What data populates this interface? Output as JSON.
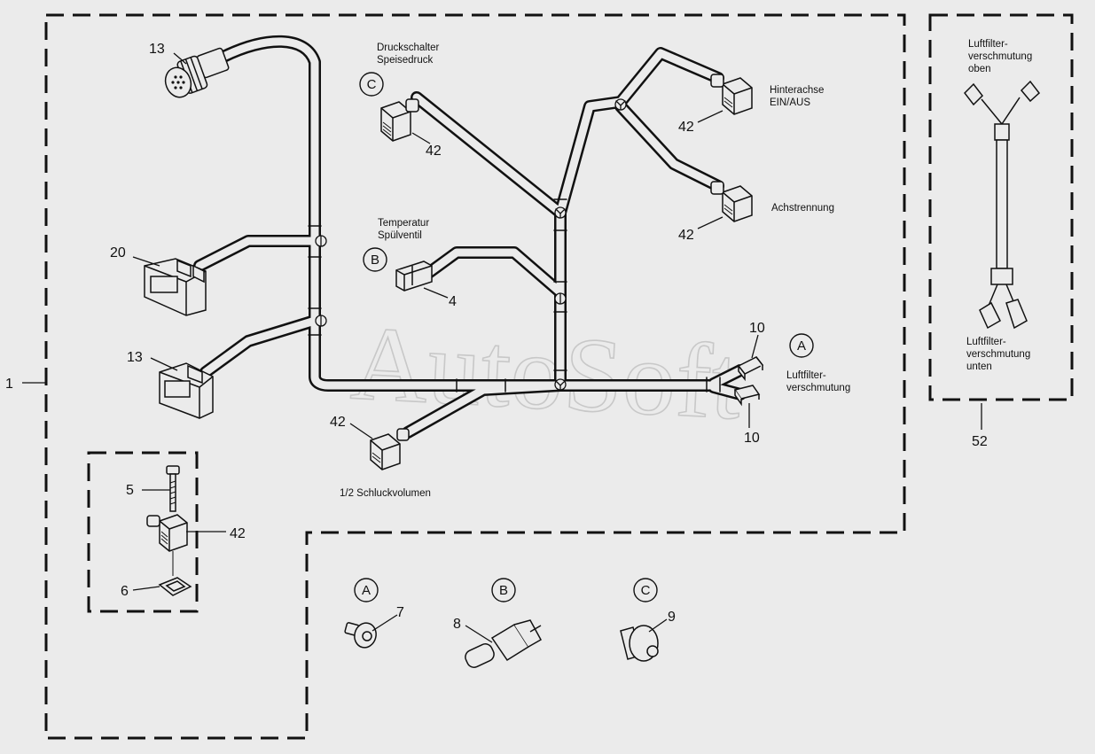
{
  "colors": {
    "background": "#ebebeb",
    "line": "#111111",
    "harness_fill": "#ebebeb",
    "watermark": "#c8c8c8"
  },
  "watermark": "AutoSoft",
  "callouts": {
    "main_assembly": "1",
    "connector_13_top": "13",
    "connector_20": "20",
    "connector_13_mid": "13",
    "plug_4": "4",
    "plug_42_druck": "42",
    "plug_42_hinter": "42",
    "plug_42_achs": "42",
    "plug_42_schluck": "42",
    "plug_10_top": "10",
    "plug_10_bottom": "10",
    "bolt_5": "5",
    "plug_42_detail": "42",
    "gasket_6": "6",
    "sensor_7": "7",
    "sensor_8": "8",
    "switch_9": "9",
    "harness_52": "52"
  },
  "circle_labels": {
    "c_top": "C",
    "b_top": "B",
    "a_top": "A",
    "a_bottom": "A",
    "b_bottom": "B",
    "c_bottom": "C"
  },
  "annotations": {
    "druckschalter": [
      "Druckschalter",
      "Speisedruck"
    ],
    "temperatur": [
      "Temperatur",
      "Spülventil"
    ],
    "hinterachse": [
      "Hinterachse",
      "EIN/AUS"
    ],
    "achstrennung": [
      "Achstrennung"
    ],
    "luftfilter_main": [
      "Luftfilter-",
      "verschmutung"
    ],
    "schluckvolumen": [
      "1/2 Schluckvolumen"
    ],
    "luftfilter_oben": [
      "Luftfilter-",
      "verschmutung",
      "oben"
    ],
    "luftfilter_unten": [
      "Luftfilter-",
      "verschmutung",
      "unten"
    ]
  }
}
